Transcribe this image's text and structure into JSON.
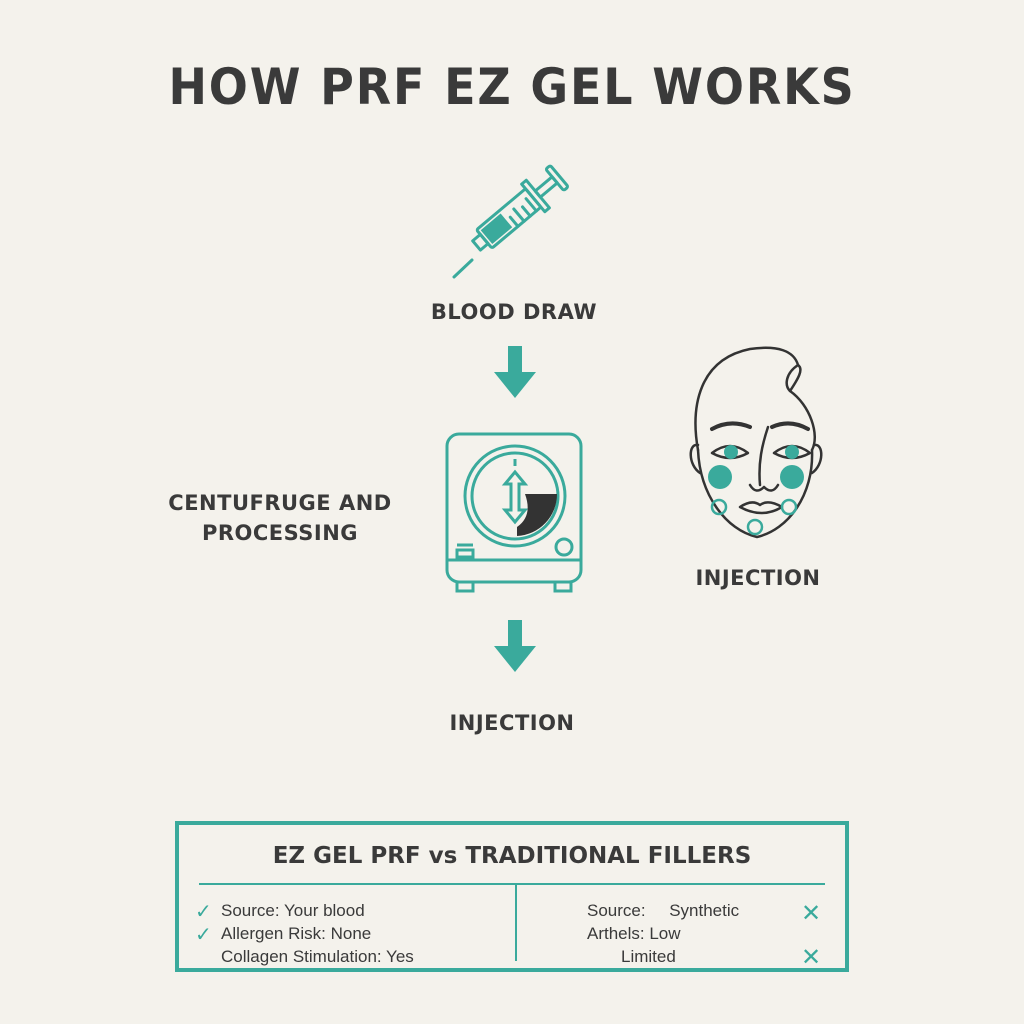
{
  "title": "HOW PRF EZ GEL WORKS",
  "colors": {
    "background": "#f4f2ec",
    "accent": "#3aaa9c",
    "text": "#3a3a3a",
    "dark_fill": "#333333"
  },
  "steps": [
    {
      "label": "BLOOD DRAW",
      "icon": "syringe-icon"
    },
    {
      "label_line1": "CENTUFRUGE AND",
      "label_line2": "PROCESSING",
      "icon": "centrifuge-icon"
    },
    {
      "label": "INJECTION",
      "icon": "down-arrow-icon"
    }
  ],
  "face": {
    "label": "INJECTION",
    "icon": "face-icon"
  },
  "comparison": {
    "title": "EZ GEL PRF vs TRADITIONAL FILLERS",
    "left": [
      {
        "mark": "✓",
        "text": "Source: Your blood"
      },
      {
        "mark": "✓",
        "text": "Allergen Risk: None"
      },
      {
        "mark": "",
        "text": "Collagen Stimulation: Yes"
      }
    ],
    "right": [
      {
        "text": "Source:     Synthetic",
        "mark": "✕"
      },
      {
        "text": "Arthels: Low",
        "mark": ""
      },
      {
        "text": "Limited",
        "mark": "✕"
      }
    ]
  }
}
